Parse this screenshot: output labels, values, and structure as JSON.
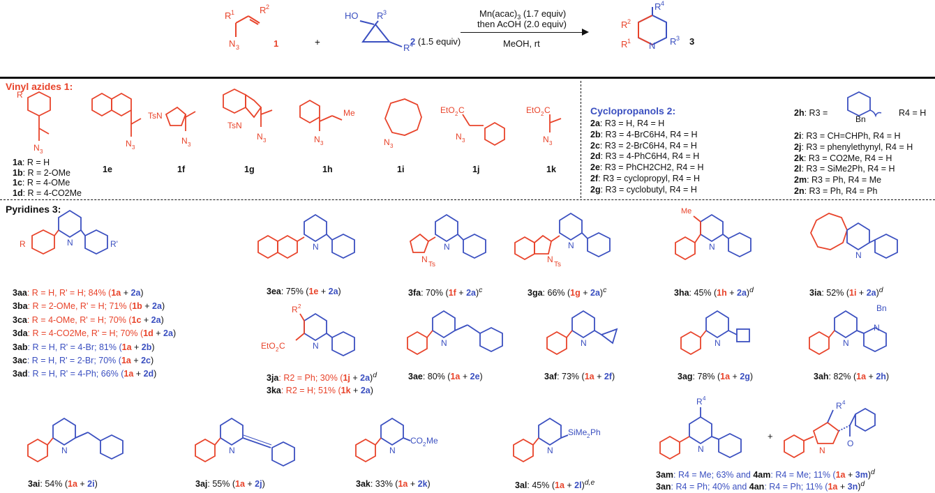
{
  "scheme": {
    "reagent_top1": "Mn(acac)3 (1.7 equiv)",
    "reagent_top2": "then AcOH (2.0 equiv)",
    "solvent": "MeOH, rt",
    "sm1_label": "1",
    "sm2_label": "2 (1.5 equiv)",
    "product_label": "3",
    "plus": "+"
  },
  "vinyl_azides": {
    "title": "Vinyl azides 1:",
    "one_a_list": [
      {
        "id": "1a",
        "text": ": R = H"
      },
      {
        "id": "1b",
        "text": ": R = 2-OMe"
      },
      {
        "id": "1c",
        "text": ": R = 4-OMe"
      },
      {
        "id": "1d",
        "text": ": R = 4-CO2Me"
      }
    ],
    "labels": [
      "1e",
      "1f",
      "1g",
      "1h",
      "1i",
      "1j",
      "1k"
    ]
  },
  "cyclopropanols": {
    "title": "Cyclopropanols 2:",
    "col1": [
      {
        "id": "2a",
        "text": ":  R3 = H, R4 = H"
      },
      {
        "id": "2b",
        "text": ":  R3 = 4-BrC6H4, R4 = H"
      },
      {
        "id": "2c",
        "text": ":  R3 = 2-BrC6H4, R4 = H"
      },
      {
        "id": "2d",
        "text": ":  R3 = 4-PhC6H4, R4 = H"
      },
      {
        "id": "2e",
        "text": ":  R3 = PhCH2CH2, R4 = H"
      },
      {
        "id": "2f",
        "text": ":  R3 = cyclopropyl, R4 = H"
      },
      {
        "id": "2g",
        "text": ":  R3 = cyclobutyl, R4 = H"
      }
    ],
    "two_h": {
      "id": "2h",
      "r3": ": R3 =",
      "r4": "R4 = H",
      "bn": "Bn"
    },
    "col2": [
      {
        "id": "2i",
        "text": ":  R3 = CH=CHPh, R4 = H"
      },
      {
        "id": "2j",
        "text": ":  R3 = phenylethynyl, R4 = H"
      },
      {
        "id": "2k",
        "text": ":  R3 = CO2Me, R4 = H"
      },
      {
        "id": "2l",
        "text": ":  R3 = SiMe2Ph, R4 = H"
      },
      {
        "id": "2m",
        "text": ":  R3 = Ph, R4 = Me"
      },
      {
        "id": "2n",
        "text": ":  R3 = Ph, R4 = Ph"
      }
    ]
  },
  "pyridines": {
    "title": "Pyridines 3:",
    "general_list": [
      {
        "id": "3aa",
        "r": ": R = H, R' = H; 84% (",
        "sm1": "1a",
        "sm2": "2a"
      },
      {
        "id": "3ba",
        "r": ": R = 2-OMe, R' = H; 71% (",
        "sm1": "1b",
        "sm2": "2a"
      },
      {
        "id": "3ca",
        "r": ": R = 4-OMe, R' = H; 70% (",
        "sm1": "1c",
        "sm2": "2a"
      },
      {
        "id": "3da",
        "r": ": R = 4-CO2Me, R' = H; 70% (",
        "sm1": "1d",
        "sm2": "2a"
      },
      {
        "id": "3ab",
        "r": ": R = H, R' = 4-Br; 81% (",
        "sm1": "1a",
        "sm2": "2b"
      },
      {
        "id": "3ac",
        "r": ": R = H, R' = 2-Br; 70% (",
        "sm1": "1a",
        "sm2": "2c"
      },
      {
        "id": "3ad",
        "r": ": R = H, R' = 4-Ph; 66% (",
        "sm1": "1a",
        "sm2": "2d"
      }
    ],
    "items": [
      {
        "id": "3ea",
        "y": ": 75% (",
        "sm1": "1e",
        "sm2": "2a",
        "note": ""
      },
      {
        "id": "3fa",
        "y": ": 70% (",
        "sm1": "1f",
        "sm2": "2a",
        "note": "c"
      },
      {
        "id": "3ga",
        "y": ": 66% (",
        "sm1": "1g",
        "sm2": "2a",
        "note": "c"
      },
      {
        "id": "3ha",
        "y": ": 45% (",
        "sm1": "1h",
        "sm2": "2a",
        "note": "d"
      },
      {
        "id": "3ia",
        "y": ": 52% (",
        "sm1": "1i",
        "sm2": "2a",
        "note": "d"
      },
      {
        "id": "3ae",
        "y": ": 80% (",
        "sm1": "1a",
        "sm2": "2e",
        "note": ""
      },
      {
        "id": "3af",
        "y": ": 73% (",
        "sm1": "1a",
        "sm2": "2f",
        "note": ""
      },
      {
        "id": "3ag",
        "y": ": 78% (",
        "sm1": "1a",
        "sm2": "2g",
        "note": ""
      },
      {
        "id": "3ah",
        "y": ": 82% (",
        "sm1": "1a",
        "sm2": "2h",
        "note": ""
      },
      {
        "id": "3ai",
        "y": ": 54% (",
        "sm1": "1a",
        "sm2": "2i",
        "note": ""
      },
      {
        "id": "3aj",
        "y": ": 55% (",
        "sm1": "1a",
        "sm2": "2j",
        "note": ""
      },
      {
        "id": "3ak",
        "y": ": 33% (",
        "sm1": "1a",
        "sm2": "2k",
        "note": ""
      },
      {
        "id": "3al",
        "y": ": 45% (",
        "sm1": "1a",
        "sm2": "2l",
        "note": "d,e"
      }
    ],
    "ja": {
      "id": "3ja",
      "r": ": R2 = Ph; 30% (",
      "sm1": "1j",
      "sm2": "2a",
      "note": "d"
    },
    "ka": {
      "id": "3ka",
      "r": ": R2 = H; 51% (",
      "sm1": "1k",
      "sm2": "2a",
      "note": ""
    },
    "am": {
      "id": "3am",
      "r": ": R4 = Me; 63% and ",
      "id2": "4am",
      "r2": ": R4 = Me; 11% (",
      "sm1": "1a",
      "sm2": "3m",
      "note": "d"
    },
    "an": {
      "id": "3an",
      "r": ": R4 = Ph;  40% and ",
      "id2": "4an",
      "r2": ": R4 = Ph; 11% (",
      "sm1": "1a",
      "sm2": "3n",
      "note": "d"
    }
  }
}
